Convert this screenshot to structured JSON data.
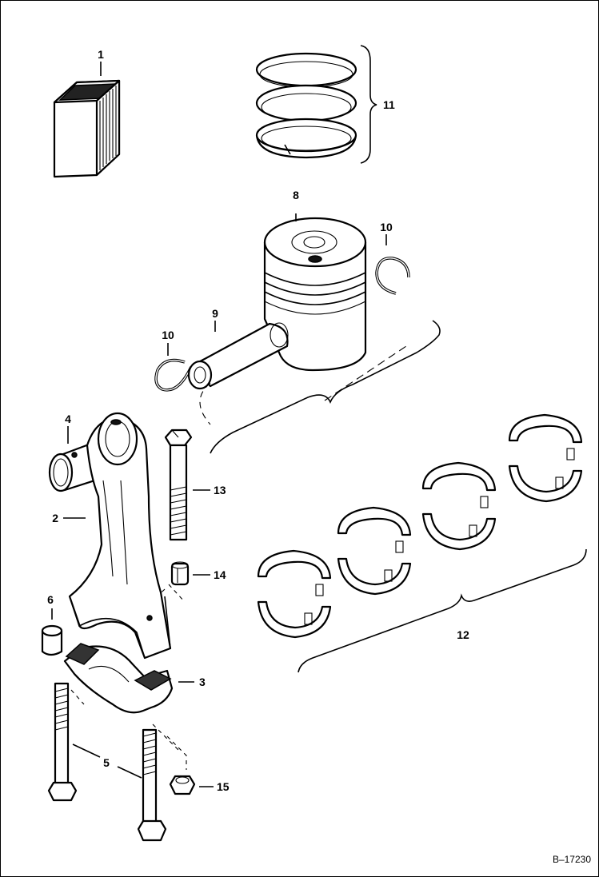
{
  "callouts": {
    "c1": "1",
    "c2": "2",
    "c3": "3",
    "c4": "4",
    "c5": "5",
    "c6": "6",
    "c8": "8",
    "c9": "9",
    "c10a": "10",
    "c10b": "10",
    "c11": "11",
    "c12": "12",
    "c13": "13",
    "c14": "14",
    "c15": "15"
  },
  "figure_ref": "B–17230",
  "colors": {
    "ink": "#000000",
    "paper": "#ffffff"
  }
}
